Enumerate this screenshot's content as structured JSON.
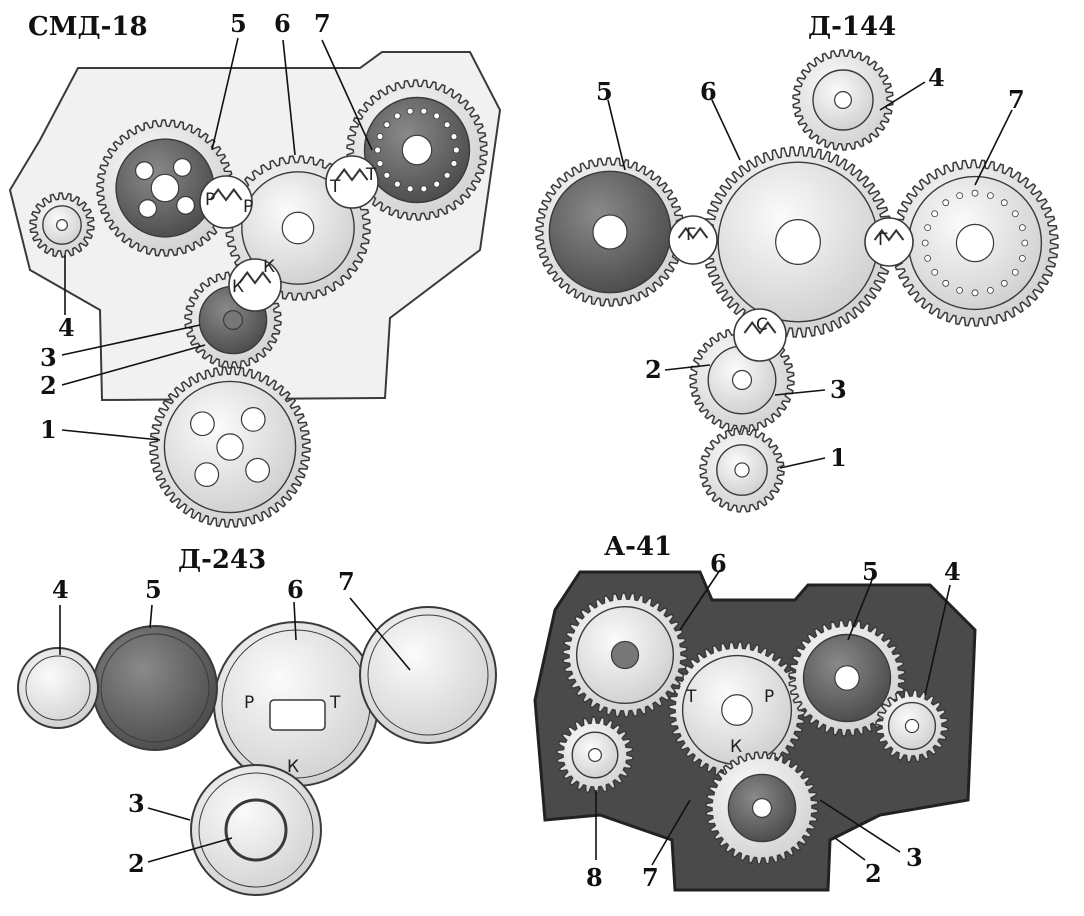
{
  "diagrams": [
    {
      "title": "СМД-18",
      "callouts": [
        "1",
        "2",
        "3",
        "4",
        "5",
        "6",
        "7"
      ],
      "marks": [
        "Р",
        "Р",
        "Т",
        "Т",
        "К",
        "К"
      ]
    },
    {
      "title": "Д-144",
      "callouts": [
        "1",
        "2",
        "3",
        "4",
        "5",
        "6",
        "7"
      ],
      "marks": [
        "С",
        "Г",
        "Г"
      ]
    },
    {
      "title": "Д-243",
      "callouts": [
        "2",
        "3",
        "4",
        "5",
        "6",
        "7"
      ],
      "marks": [
        "Р",
        "Т",
        "К"
      ]
    },
    {
      "title": "А-41",
      "callouts": [
        "2",
        "3",
        "4",
        "5",
        "6",
        "7",
        "8"
      ],
      "marks": [
        "Т",
        "Р",
        "К"
      ]
    }
  ],
  "colors": {
    "gear_fill": "#e6e6e6",
    "gear_stroke": "#3a3a3a",
    "dark_fill": "#5a5a5a",
    "plate_fill": "#f1f1f1",
    "housing_fill": "#4a4a4a"
  }
}
